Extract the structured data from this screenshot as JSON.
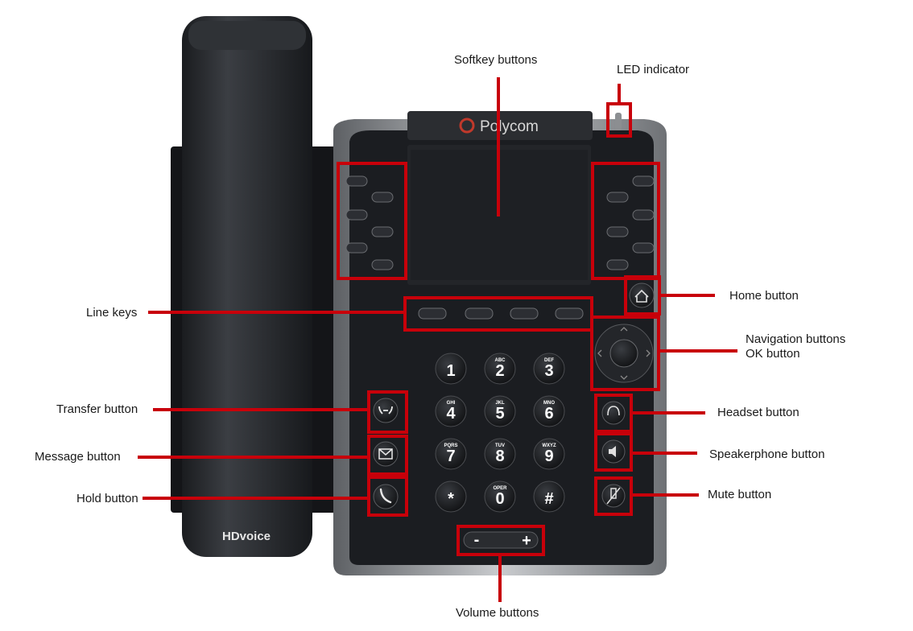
{
  "device": {
    "brand": "Polycom",
    "handset_badge": "HDvoice"
  },
  "labels": {
    "softkey": "Softkey buttons",
    "led": "LED indicator",
    "home": "Home button",
    "line_keys": "Line keys",
    "navigation": "Navigation buttons",
    "ok": "OK button",
    "transfer": "Transfer button",
    "headset": "Headset button",
    "message": "Message button",
    "speakerphone": "Speakerphone button",
    "hold": "Hold button",
    "mute": "Mute button",
    "volume": "Volume buttons"
  },
  "keypad": [
    {
      "digit": "1",
      "letters": ""
    },
    {
      "digit": "2",
      "letters": "ABC"
    },
    {
      "digit": "3",
      "letters": "DEF"
    },
    {
      "digit": "4",
      "letters": "GHI"
    },
    {
      "digit": "5",
      "letters": "JKL"
    },
    {
      "digit": "6",
      "letters": "MNO"
    },
    {
      "digit": "7",
      "letters": "PQRS"
    },
    {
      "digit": "8",
      "letters": "TUV"
    },
    {
      "digit": "9",
      "letters": "WXYZ"
    },
    {
      "digit": "*",
      "letters": ""
    },
    {
      "digit": "0",
      "letters": "OPER"
    },
    {
      "digit": "#",
      "letters": ""
    }
  ],
  "volume": {
    "minus": "-",
    "plus": "+"
  },
  "colors": {
    "callout": "#c8000a",
    "body": "#1b1d21",
    "bezel": "#9a9ca0"
  }
}
